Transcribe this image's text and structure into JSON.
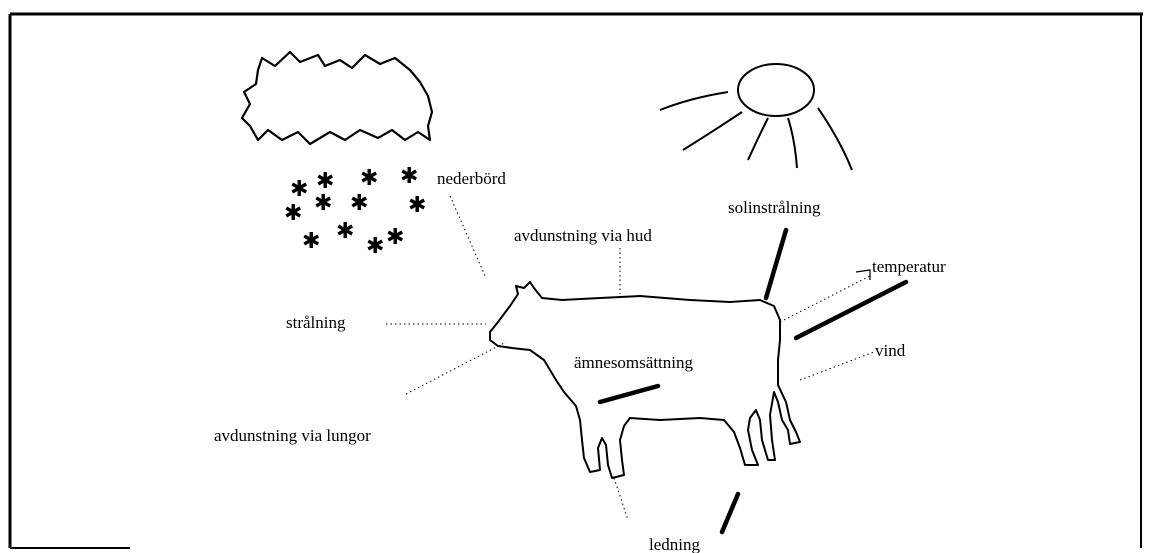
{
  "labels": {
    "nederbord": "nederbörd",
    "solinstralning": "solinstrålning",
    "avdunstning_hud": "avdunstning via hud",
    "temperatur": "temperatur",
    "stralning": "strålning",
    "vind": "vind",
    "amnesomsattning": "ämnesomsättning",
    "avdunstning_lungor": "avdunstning via lungor",
    "ledning": "ledning"
  },
  "icons": {
    "cloud": "cloud-icon",
    "sun": "sun-icon",
    "snow": "snowflake-icon",
    "cow": "cow-icon"
  },
  "colors": {
    "ink": "#000000",
    "background": "#ffffff"
  }
}
